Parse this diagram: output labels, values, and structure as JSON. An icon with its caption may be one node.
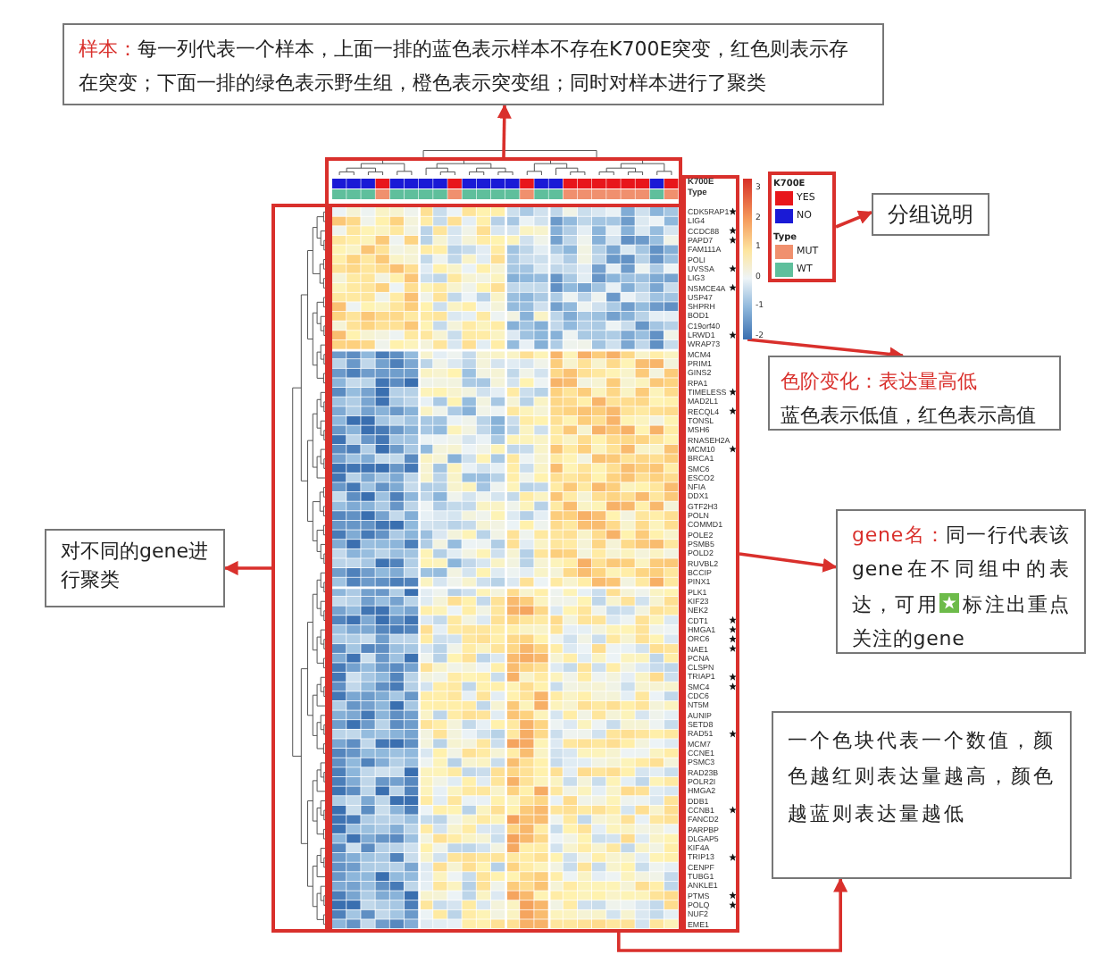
{
  "diagram": {
    "nodes": [
      {
        "text": [
          "样本：",
          "每一列代表一个样本，上面一排的蓝色表示样本不存在K700E突变，红色则表示存在突变；下面一排的绿色表示野生组，橙色表示突变组；同时对样本进行了聚类"
        ]
      },
      {
        "text": [],
        "shape": "box"
      },
      {
        "text": [],
        "shape": "box"
      },
      {
        "text": [
          "分组说明"
        ]
      },
      {
        "text": [],
        "shape": "bar",
        "beside": [
          "3",
          "2",
          "1",
          "0",
          "-1",
          "-2"
        ]
      },
      {
        "text": [
          "色阶变化：表达量高低",
          "蓝色表示低值，红色表示高值"
        ]
      },
      {
        "text": [],
        "shape": "box"
      },
      {
        "text": [
          "gene名：",
          "同一行代表该gene在不同组中的表达，可用",
          "标注出重点关注的gene"
        ]
      },
      {
        "text": [],
        "shape": "box"
      },
      {
        "text": [
          "对不同的gene进行聚类"
        ]
      },
      {
        "text": [],
        "shape": "picture"
      },
      {
        "text": [
          "一个色块代表一个数值，颜色越红则表达量越高，颜色越蓝则表达量越低"
        ]
      }
    ],
    "edges": [
      {
        "from": 1,
        "to": 0,
        "arrow": "to"
      },
      {
        "from": 2,
        "to": 3,
        "arrow": "to"
      },
      {
        "from": 4,
        "to": 5,
        "arrow": "to"
      },
      {
        "from": 6,
        "to": 7,
        "arrow": "to"
      },
      {
        "from": 8,
        "to": 9,
        "arrow": "to"
      },
      {
        "from": 10,
        "to": 11,
        "arrow": "to"
      }
    ],
    "labels": [
      "K700E",
      "Type",
      "CDK5RAP1",
      "LIG4",
      "CCDC88",
      "PAPD7",
      "FAM111A",
      "POLI",
      "UVSSA",
      "LIG3",
      "NSMCE4A",
      "USP47",
      "SHPRH",
      "BOD1",
      "C19orf40",
      "LRWD1",
      "WRAP73",
      "MCM4",
      "PRIM1",
      "GINS2",
      "RPA1",
      "TIMELESS",
      "MAD2L1",
      "RECQL4",
      "TONSL",
      "MSH6",
      "RNASEH2A",
      "MCM10",
      "BRCA1",
      "SMC6",
      "ESCO2",
      "NFIA",
      "DDX1",
      "GTF2H3",
      "POLN",
      "COMMD1",
      "POLE2",
      "PSMB5",
      "POLD2",
      "RUVBL2",
      "BCCIP",
      "PINX1",
      "PLK1",
      "KIF23",
      "NEK2",
      "CDT1",
      "HMGA1",
      "ORC6",
      "NAE1",
      "PCNA",
      "CLSPN",
      "TRIAP1",
      "SMC4",
      "CDC6",
      "NT5M",
      "AUNIP",
      "SETD8",
      "RAD51",
      "MCM7",
      "CCNE1",
      "PSMC3",
      "RAD23B",
      "POLR2I",
      "HMGA2",
      "DDB1",
      "CCNB1",
      "FANCD2",
      "PARPBP",
      "DLGAP5",
      "KIF4A",
      "TRIP13",
      "CENPF",
      "TUBG1",
      "ANKLE1",
      "PTMS",
      "POLQ",
      "NUF2",
      "EME1",
      "K700E",
      "Type"
    ],
    "legend": [
      {
        "text": "YES",
        "color": "#e8161b"
      },
      {
        "text": "NO",
        "color": "#1a1ad6"
      },
      {
        "text": "MUT",
        "color": "#f0906e"
      },
      {
        "text": "WT",
        "color": "#5fbf9c"
      }
    ]
  }
}
